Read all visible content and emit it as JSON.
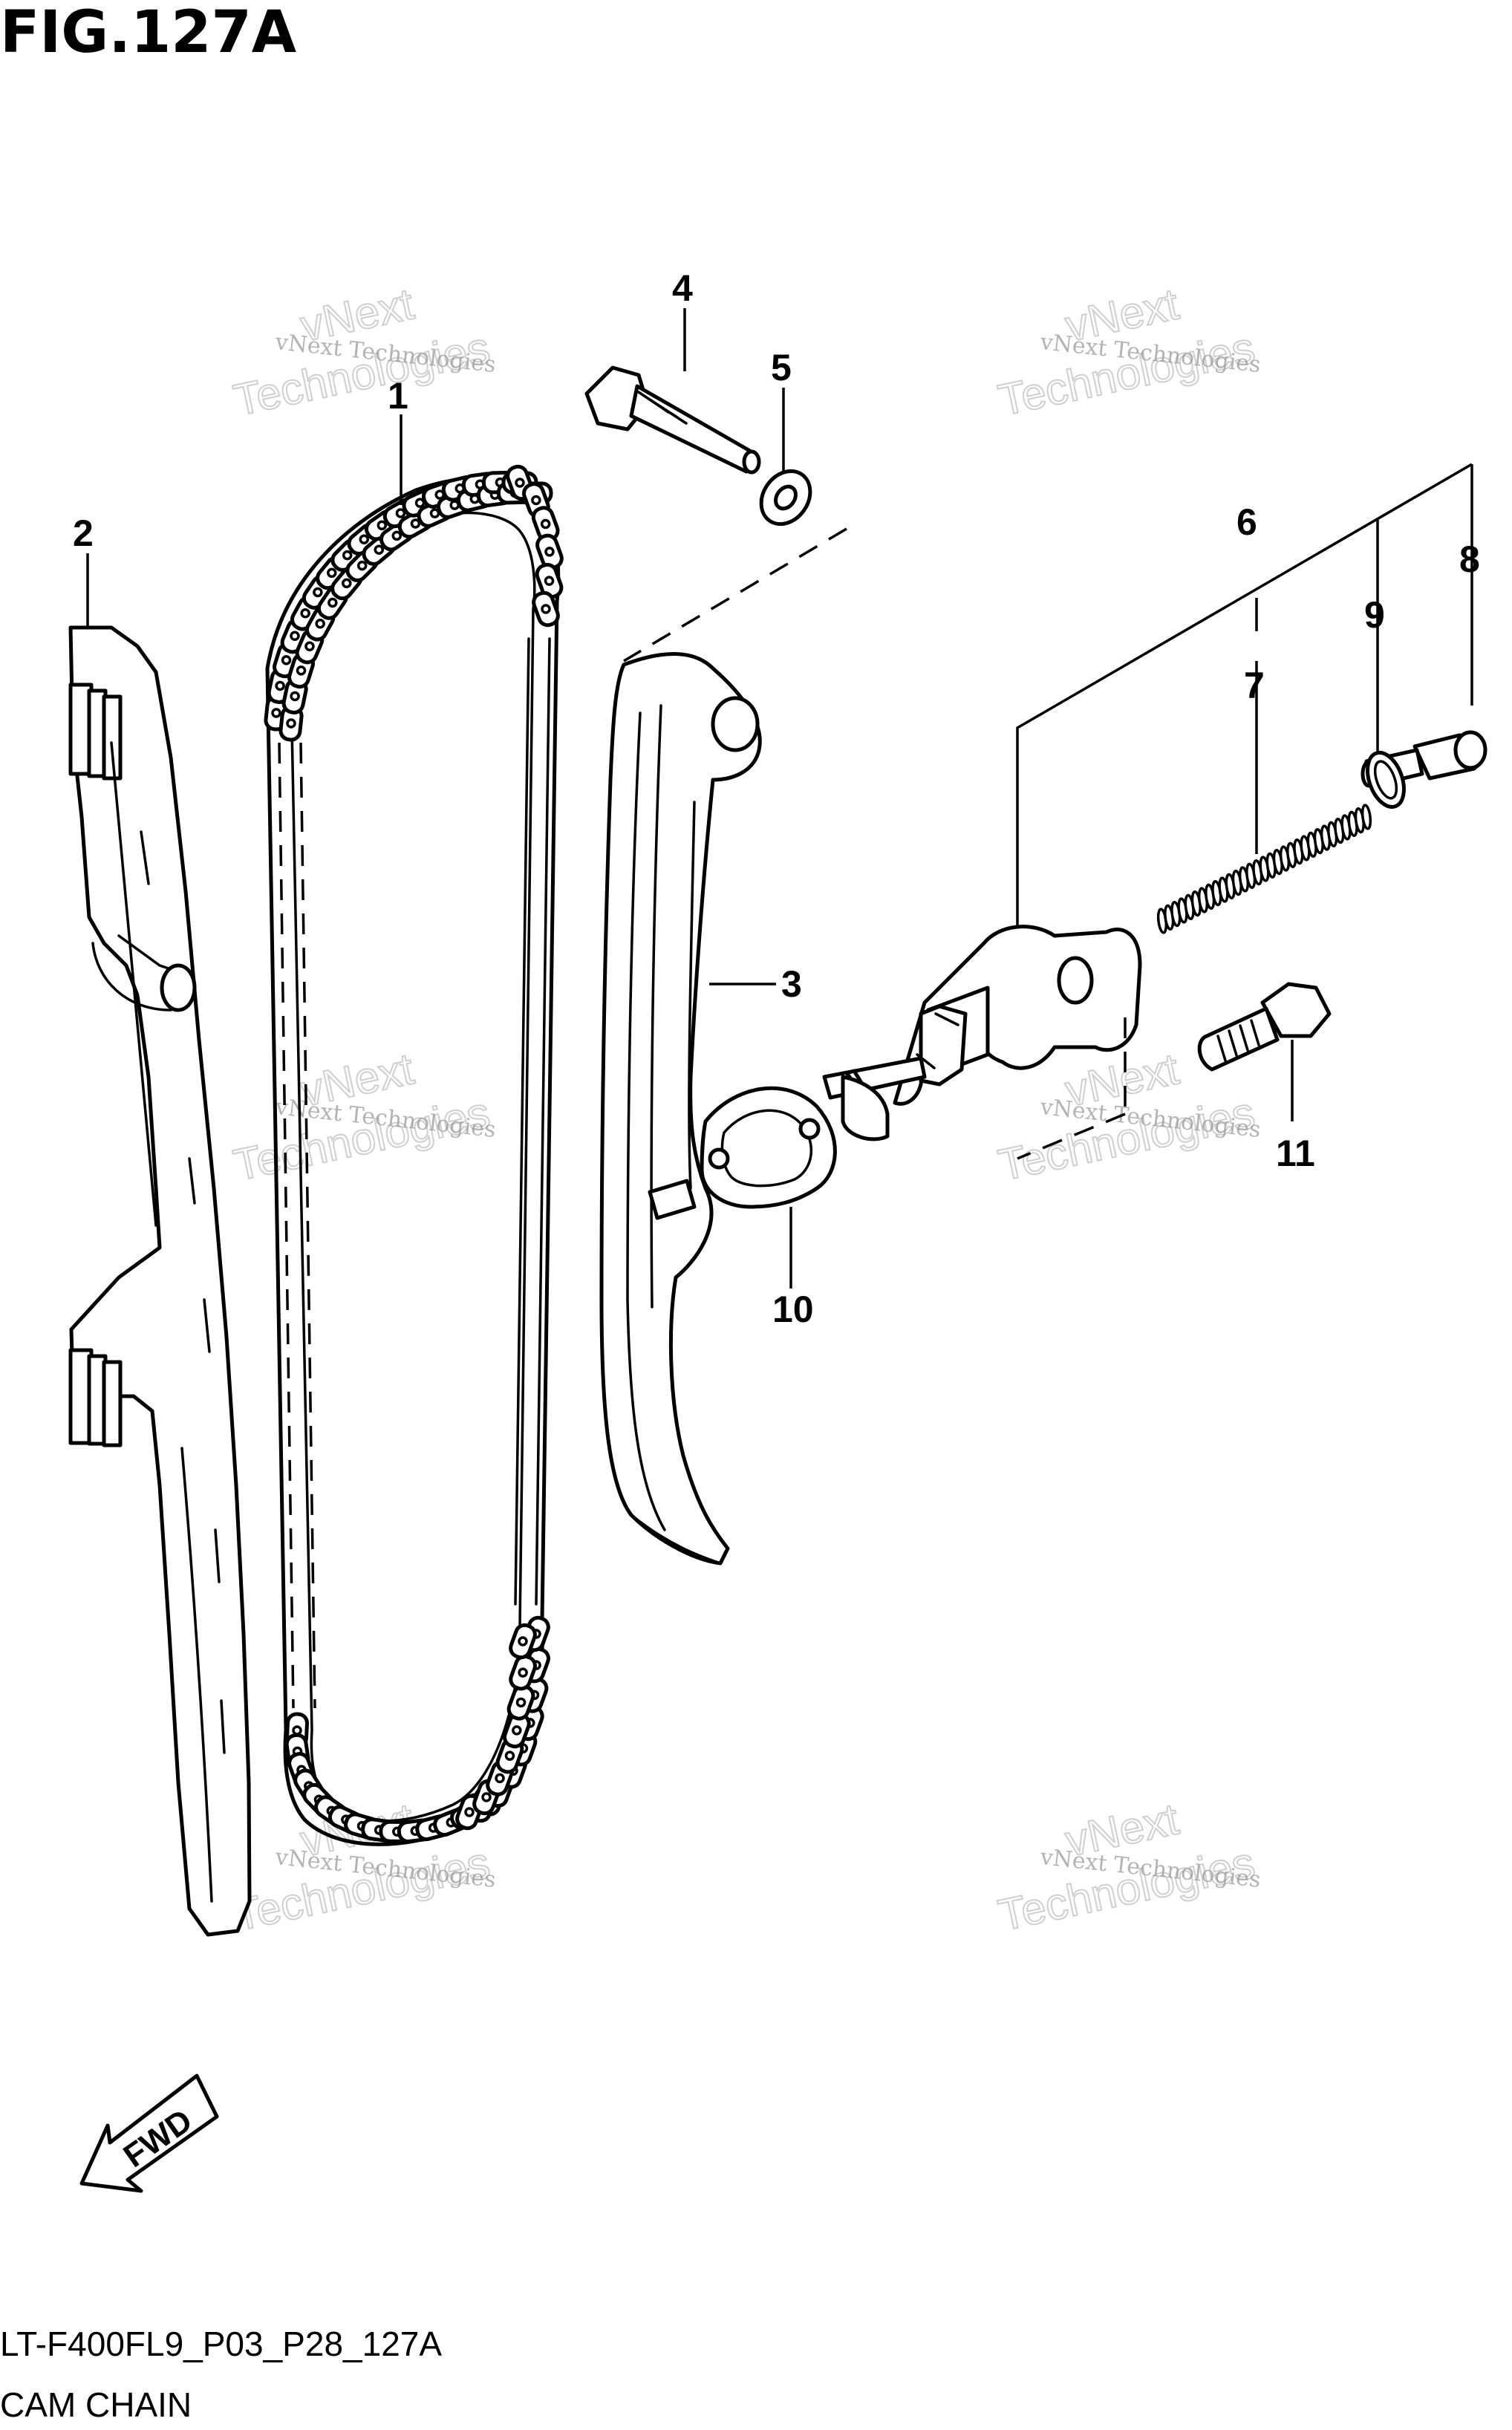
{
  "figure_title": "FIG.127A",
  "diagram_code": "LT-F400FL9_P03_P28_127A",
  "diagram_name": "CAM CHAIN",
  "direction_label": "FWD",
  "callouts": [
    "1",
    "2",
    "3",
    "4",
    "5",
    "6",
    "7",
    "8",
    "9",
    "10",
    "11"
  ],
  "watermark": {
    "small": "vNext Technologies",
    "large_line1": "vNext",
    "large_line2": "Technologies"
  }
}
